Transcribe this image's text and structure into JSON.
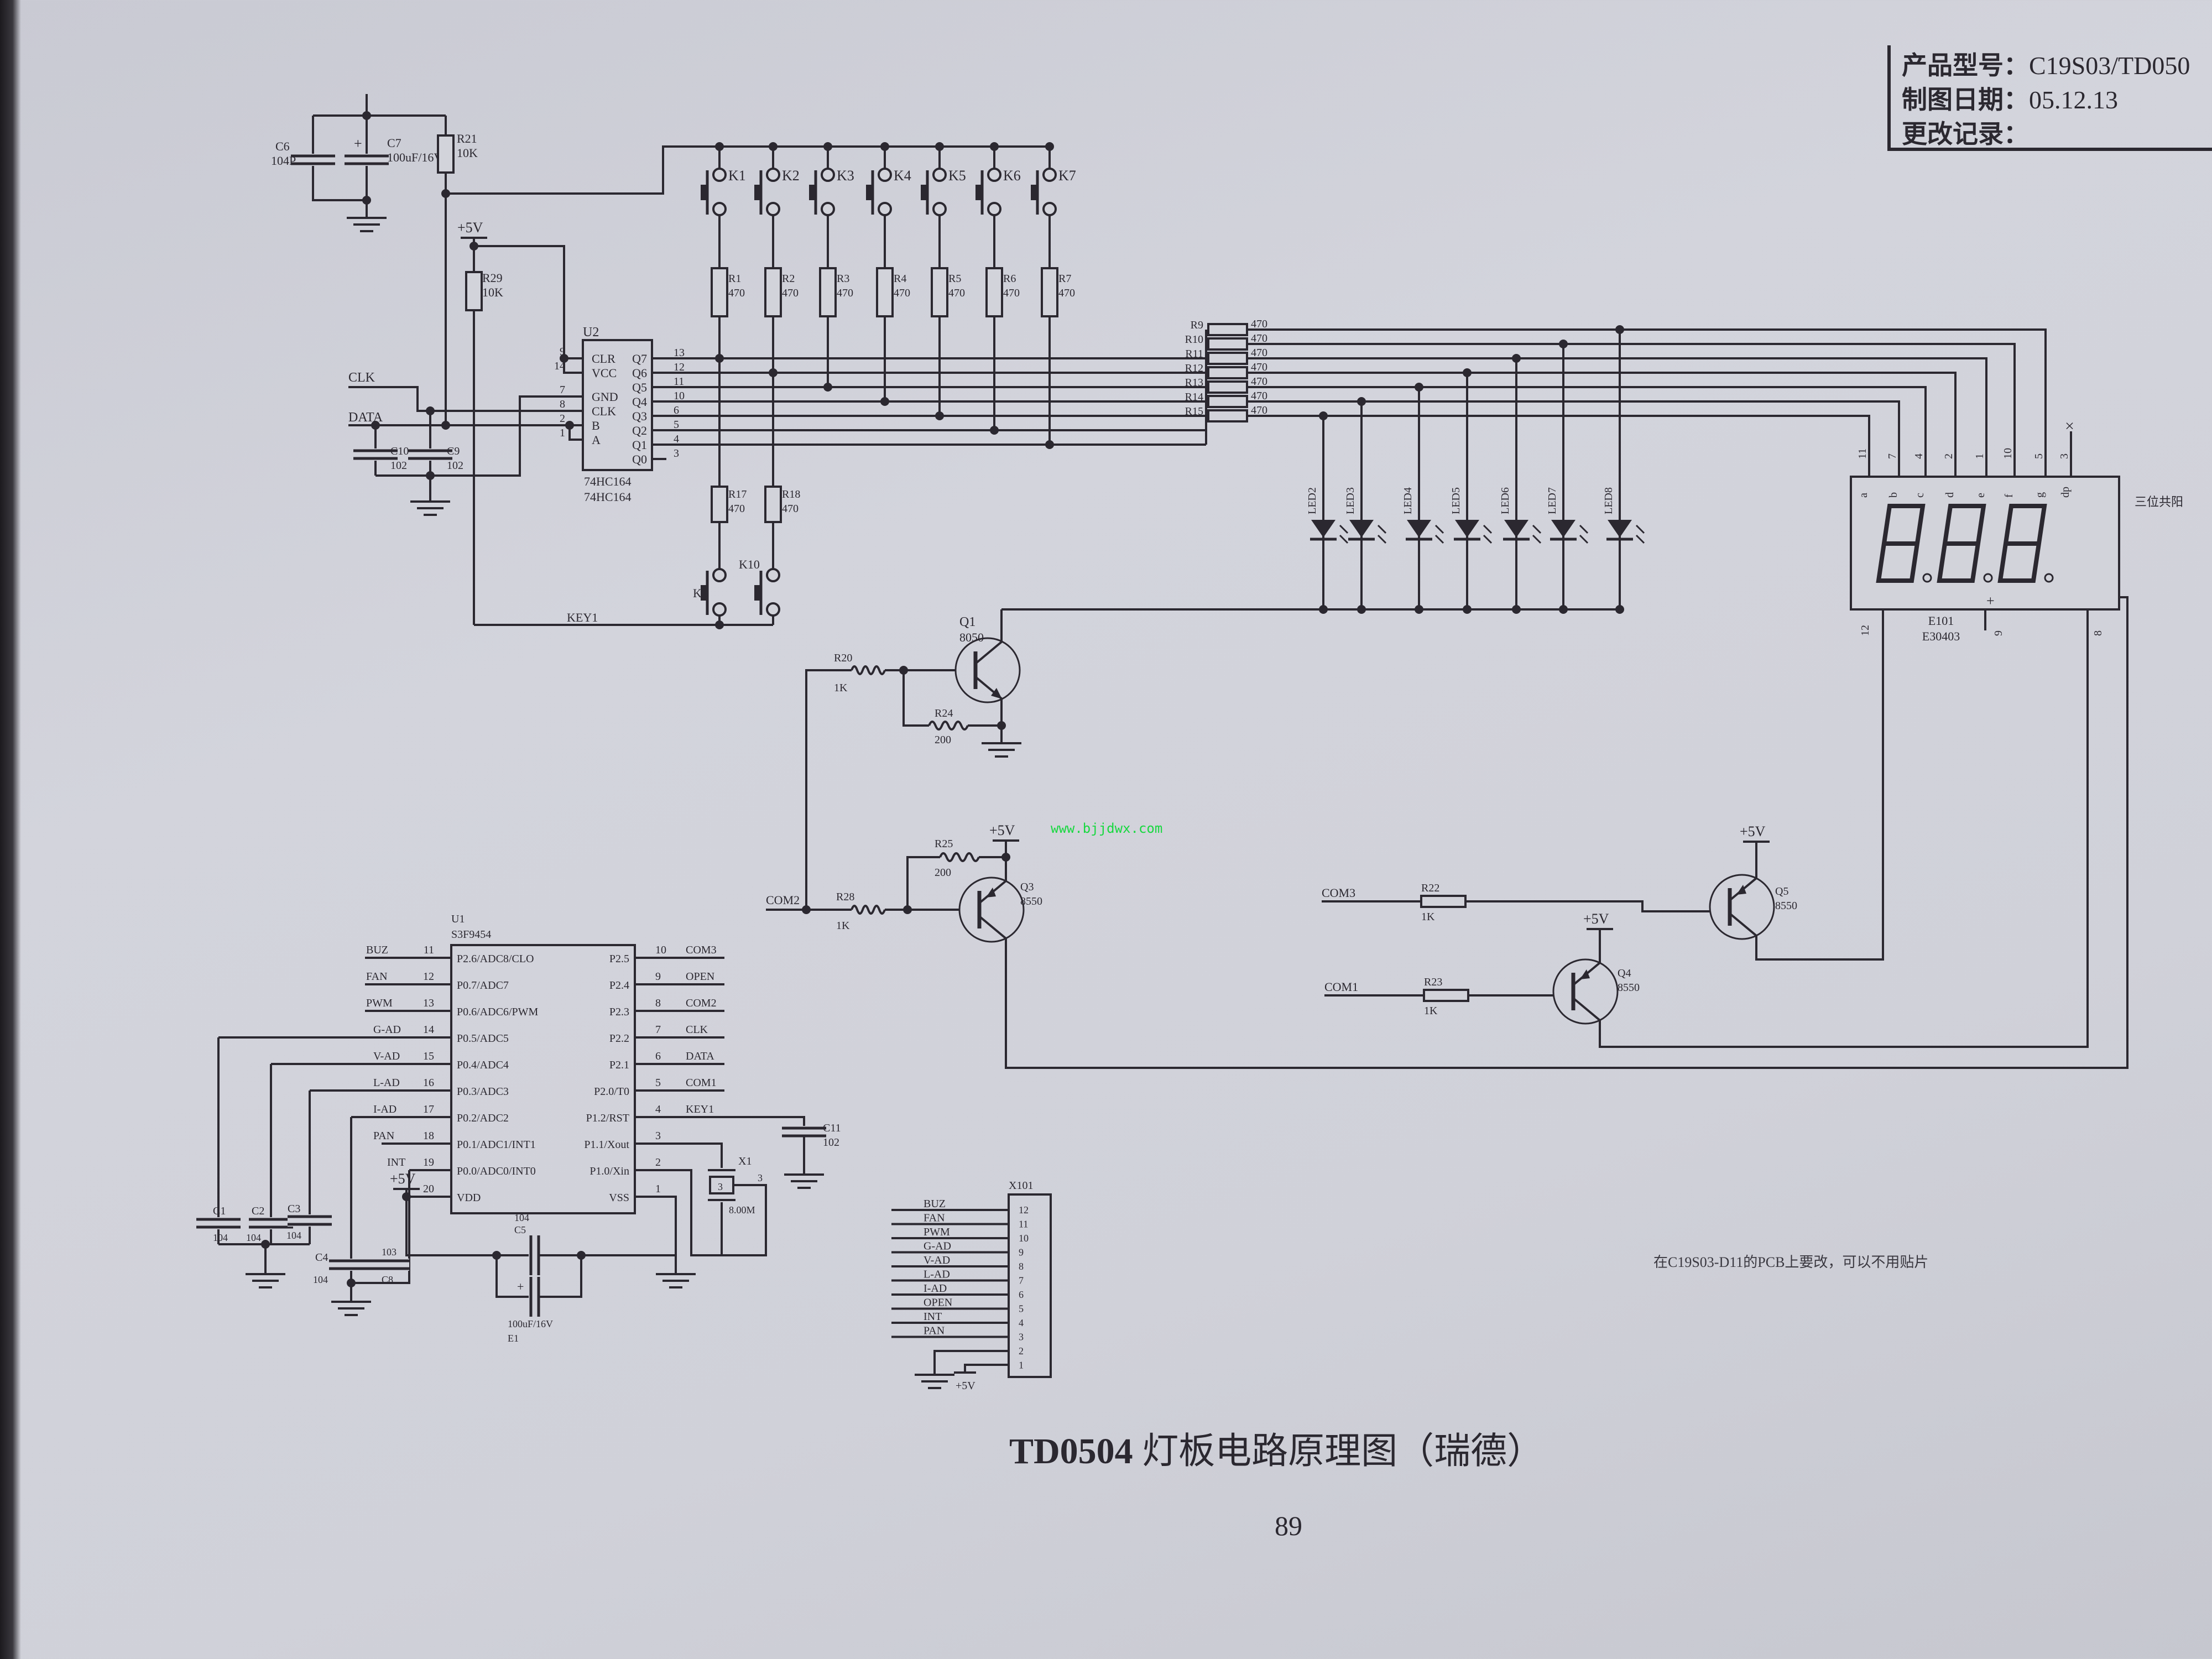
{
  "title_block": {
    "model_label": "产品型号：",
    "model": "C19S03/TD050",
    "date_label": "制图日期：",
    "date": "05.12.13",
    "revision_label": "更改记录："
  },
  "diagram_title": {
    "code": "TD0504",
    "text": "灯板电路原理图（瑞德）"
  },
  "page_number": "89",
  "watermark": "www.bjjdwx.com",
  "note": "在C19S03-D11的PCB上要改，可以不用贴片",
  "supply": "+5V",
  "top_rc": {
    "c6": {
      "ref": "C6",
      "value": "104P"
    },
    "c7": {
      "ref": "C7",
      "value": "100uF/16V",
      "polarity": "+"
    },
    "r21": {
      "ref": "R21",
      "value": "10K"
    },
    "r29": {
      "ref": "R29",
      "value": "10K"
    }
  },
  "keys": [
    {
      "ref": "K1",
      "r_ref": "R1",
      "r_value": "470"
    },
    {
      "ref": "K2",
      "r_ref": "R2",
      "r_value": "470"
    },
    {
      "ref": "K3",
      "r_ref": "R3",
      "r_value": "470"
    },
    {
      "ref": "K4",
      "r_ref": "R4",
      "r_value": "470"
    },
    {
      "ref": "K5",
      "r_ref": "R5",
      "r_value": "470"
    },
    {
      "ref": "K6",
      "r_ref": "R6",
      "r_value": "470"
    },
    {
      "ref": "K7",
      "r_ref": "R7",
      "r_value": "470"
    }
  ],
  "keys_extra": [
    {
      "ref": "K9",
      "r_ref": "R17",
      "r_value": "470"
    },
    {
      "ref": "K10",
      "r_ref": "R18",
      "r_value": "470"
    }
  ],
  "u2": {
    "ref": "U2",
    "part": "74HC164",
    "left_pins": [
      {
        "name": "CLR",
        "num": "9"
      },
      {
        "name": "VCC",
        "num": "14"
      },
      {
        "name": "GND",
        "num": "7"
      },
      {
        "name": "CLK",
        "num": "8"
      },
      {
        "name": "B",
        "num": "2"
      },
      {
        "name": "A",
        "num": "1"
      }
    ],
    "right_pins": [
      {
        "name": "Q7",
        "num": "13"
      },
      {
        "name": "Q6",
        "num": "12"
      },
      {
        "name": "Q5",
        "num": "11"
      },
      {
        "name": "Q4",
        "num": "10"
      },
      {
        "name": "Q3",
        "num": "6"
      },
      {
        "name": "Q2",
        "num": "5"
      },
      {
        "name": "Q1",
        "num": "4"
      },
      {
        "name": "Q0",
        "num": "3"
      }
    ]
  },
  "nets": {
    "clk": "CLK",
    "data": "DATA",
    "key1": "KEY1",
    "com1": "COM1",
    "com2": "COM2",
    "com3": "COM3"
  },
  "c10": {
    "ref": "C10",
    "value": "102"
  },
  "c9": {
    "ref": "C9",
    "value": "102"
  },
  "segment_resistors": [
    {
      "ref": "R9",
      "value": "470"
    },
    {
      "ref": "R10",
      "value": "470"
    },
    {
      "ref": "R11",
      "value": "470"
    },
    {
      "ref": "R12",
      "value": "470"
    },
    {
      "ref": "R13",
      "value": "470"
    },
    {
      "ref": "R14",
      "value": "470"
    },
    {
      "ref": "R15",
      "value": "470"
    }
  ],
  "leds": [
    "LED2",
    "LED3",
    "LED4",
    "LED5",
    "LED6",
    "LED7",
    "LED8"
  ],
  "display": {
    "ref": "E101",
    "part": "E30403",
    "label": "三位共阳",
    "top_pins": [
      "11",
      "7",
      "4",
      "2",
      "1",
      "10",
      "5",
      "3"
    ],
    "segments": [
      "a",
      "b",
      "c",
      "d",
      "e",
      "f",
      "g",
      "dp"
    ],
    "bottom_pins": [
      "12",
      "9",
      "8"
    ],
    "bottom_marks": [
      "+"
    ]
  },
  "drivers": {
    "q1": {
      "ref": "Q1",
      "part": "8050"
    },
    "r20": {
      "ref": "R20",
      "value": "1K"
    },
    "r24": {
      "ref": "R24",
      "value": "200"
    },
    "q3": {
      "ref": "Q3",
      "part": "8550"
    },
    "r25": {
      "ref": "R25",
      "value": "200"
    },
    "r28": {
      "ref": "R28",
      "value": "1K"
    },
    "q5": {
      "ref": "Q5",
      "part": "8550"
    },
    "r22": {
      "ref": "R22",
      "value": "1K"
    },
    "q4": {
      "ref": "Q4",
      "part": "8550"
    },
    "r23": {
      "ref": "R23",
      "value": "1K"
    }
  },
  "u1": {
    "ref": "U1",
    "part": "S3F9454",
    "left_pins": [
      {
        "net": "BUZ",
        "num": "11",
        "name": "P2.6/ADC8/CLO"
      },
      {
        "net": "FAN",
        "num": "12",
        "name": "P0.7/ADC7"
      },
      {
        "net": "PWM",
        "num": "13",
        "name": "P0.6/ADC6/PWM"
      },
      {
        "net": "G-AD",
        "num": "14",
        "name": "P0.5/ADC5"
      },
      {
        "net": "V-AD",
        "num": "15",
        "name": "P0.4/ADC4"
      },
      {
        "net": "L-AD",
        "num": "16",
        "name": "P0.3/ADC3"
      },
      {
        "net": "I-AD",
        "num": "17",
        "name": "P0.2/ADC2"
      },
      {
        "net": "PAN",
        "num": "18",
        "name": "P0.1/ADC1/INT1"
      },
      {
        "net": "INT",
        "num": "19",
        "name": "P0.0/ADC0/INT0"
      },
      {
        "net": "+5V",
        "num": "20",
        "name": "VDD"
      }
    ],
    "right_pins": [
      {
        "name": "P2.5",
        "num": "10",
        "net": "COM3"
      },
      {
        "name": "P2.4",
        "num": "9",
        "net": "OPEN"
      },
      {
        "name": "P2.3",
        "num": "8",
        "net": "COM2"
      },
      {
        "name": "P2.2",
        "num": "7",
        "net": "CLK"
      },
      {
        "name": "P2.1",
        "num": "6",
        "net": "DATA"
      },
      {
        "name": "P2.0/T0",
        "num": "5",
        "net": "COM1"
      },
      {
        "name": "P1.2/RST",
        "num": "4",
        "net": "KEY1"
      },
      {
        "name": "P1.1/Xout",
        "num": "3",
        "net": ""
      },
      {
        "name": "P1.0/Xin",
        "num": "2",
        "net": ""
      },
      {
        "name": "VSS",
        "num": "1",
        "net": ""
      }
    ]
  },
  "u1_parts": {
    "c11": {
      "ref": "C11",
      "value": "102"
    },
    "x1": {
      "ref": "X1",
      "value": "8.00M",
      "pin": "3"
    },
    "c1": {
      "ref": "C1",
      "value": "104"
    },
    "c2": {
      "ref": "C2",
      "value": "104"
    },
    "c3": {
      "ref": "C3",
      "value": "104"
    },
    "c4": {
      "ref": "C4",
      "value": "104"
    },
    "c8": {
      "ref": "C8",
      "value": "103"
    },
    "c5": {
      "ref": "C5",
      "value": "104"
    },
    "e1": {
      "ref": "E1",
      "value": "100uF/16V"
    }
  },
  "x101": {
    "ref": "X101",
    "pins": [
      {
        "num": "12",
        "net": "BUZ"
      },
      {
        "num": "11",
        "net": "FAN"
      },
      {
        "num": "10",
        "net": "PWM"
      },
      {
        "num": "9",
        "net": "G-AD"
      },
      {
        "num": "8",
        "net": "V-AD"
      },
      {
        "num": "7",
        "net": "L-AD"
      },
      {
        "num": "6",
        "net": "I-AD"
      },
      {
        "num": "5",
        "net": "OPEN"
      },
      {
        "num": "4",
        "net": "INT"
      },
      {
        "num": "3",
        "net": "PAN"
      },
      {
        "num": "2",
        "net": ""
      },
      {
        "num": "1",
        "net": ""
      }
    ]
  }
}
